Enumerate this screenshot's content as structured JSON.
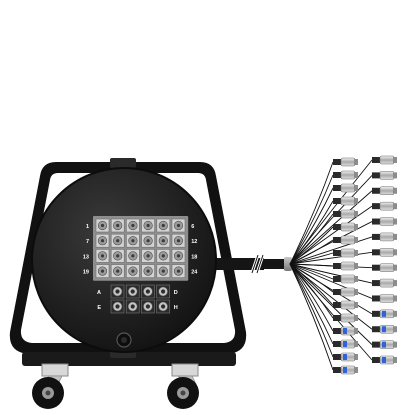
{
  "drum": {
    "panel": {
      "row_labels_left": [
        "1",
        "7",
        "13",
        "19"
      ],
      "row_labels_right": [
        "6",
        "12",
        "18",
        "24"
      ],
      "return_labels_left": [
        "A",
        "E"
      ],
      "return_labels_right": [
        "D",
        "H"
      ],
      "input_rows": 4,
      "input_cols": 6,
      "return_rows": 2,
      "return_cols": 4
    }
  },
  "fanout": {
    "left_column_count": 17,
    "right_column_count": 14,
    "blue_tail_count": 4
  },
  "colors": {
    "frame": "#111111",
    "drum": "#1c1c1c",
    "panel_cell": "#c9c9c9",
    "connector_body": "#bdbdbd",
    "return_accent": "#2f63d8",
    "wheel": "#111111"
  }
}
